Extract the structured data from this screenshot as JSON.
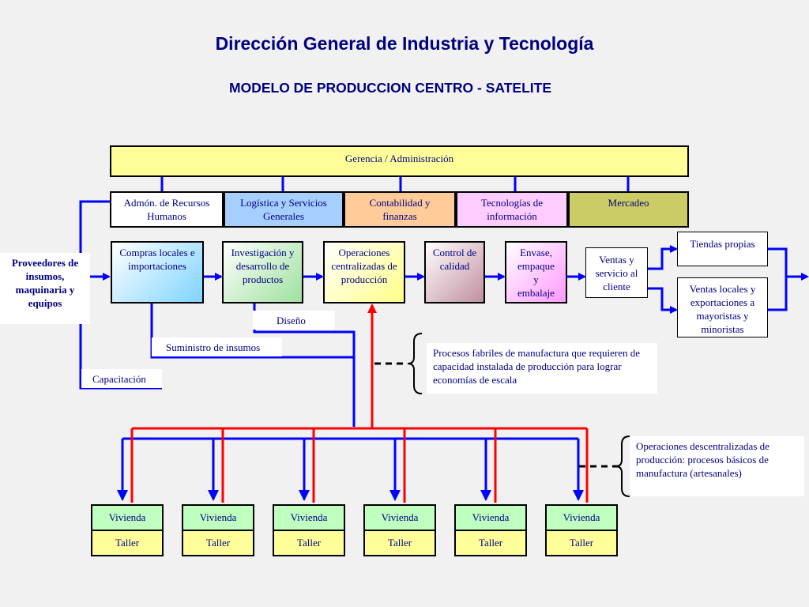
{
  "title": "Dirección General de Industria y Tecnología",
  "subtitle": "MODELO DE PRODUCCION CENTRO - SATELITE",
  "gerencia": "Gerencia / Administración",
  "departments": {
    "rrhh": "Admón. de Recursos Humanos",
    "logistica": "Logística y Servicios Generales",
    "contabilidad": "Contabilidad y finanzas",
    "tecnologias": "Tecnologías de información",
    "mercadeo": "Mercadeo"
  },
  "proveedores": "Proveedores de insumos, maquinaria y equipos",
  "process": {
    "compras": "Compras locales e importaciones",
    "investigacion": "Investigación y desarrollo de productos",
    "operaciones": "Operaciones centralizadas de producción",
    "control": "Control de calidad",
    "envase": "Envase, empaque y embalaje",
    "ventas": "Ventas y servicio al cliente"
  },
  "outlets": {
    "tiendas": "Tiendas propias",
    "ventas_locales": "Ventas locales y exportaciones a mayoristas y minoristas"
  },
  "labels": {
    "diseno": "Diseño",
    "suministro": "Suministro de insumos",
    "capacitacion": "Capacitación"
  },
  "notes": {
    "centralizados": "Procesos fabriles de manufactura que requieren de capacidad instalada de producción para lograr economías de escala",
    "descentralizados": "Operaciones descentralizadas de producción: procesos básicos de manufactura (artesanales)"
  },
  "units": [
    {
      "vivienda": "Vivienda",
      "taller": "Taller"
    },
    {
      "vivienda": "Vivienda",
      "taller": "Taller"
    },
    {
      "vivienda": "Vivienda",
      "taller": "Taller"
    },
    {
      "vivienda": "Vivienda",
      "taller": "Taller"
    },
    {
      "vivienda": "Vivienda",
      "taller": "Taller"
    },
    {
      "vivienda": "Vivienda",
      "taller": "Taller"
    }
  ],
  "colors": {
    "blue_line": "#0000ff",
    "red_line": "#ff0000",
    "text": "#000080"
  }
}
